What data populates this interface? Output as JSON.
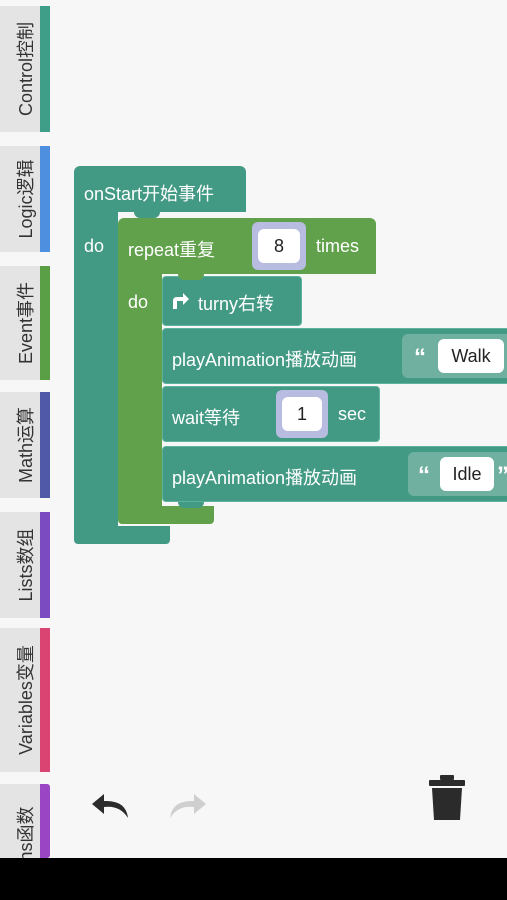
{
  "toolbox": {
    "categories": [
      {
        "label": "Control控制",
        "color": "#3e9e87"
      },
      {
        "label": "Logic逻辑",
        "color": "#4f8fe0"
      },
      {
        "label": "Event事件",
        "color": "#5a9f46"
      },
      {
        "label": "Math运算",
        "color": "#5058a8"
      },
      {
        "label": "Lists数组",
        "color": "#7a4bc1"
      },
      {
        "label": "Variables变量",
        "color": "#d94473"
      },
      {
        "label": "ns函数",
        "color": "#9a45c3"
      }
    ]
  },
  "blocks": {
    "on_start": {
      "label": "onStart开始事件",
      "do_label": "do",
      "color": "#439a84"
    },
    "repeat": {
      "label": "repeat重复",
      "count": "8",
      "times_label": "times",
      "do_label": "do",
      "color": "#62a14c"
    },
    "turn": {
      "label": "turny右转",
      "color": "#439a84"
    },
    "play_walk": {
      "label": "playAnimation播放动画",
      "quote": "“",
      "value": "Walk",
      "color": "#439a84"
    },
    "wait": {
      "label": "wait等待",
      "value": "1",
      "unit": "sec",
      "color": "#439a84"
    },
    "play_idle": {
      "label": "playAnimation播放动画",
      "quote": "“",
      "value": "Idle",
      "close_quote": "”",
      "color": "#439a84"
    }
  },
  "controls": {
    "undo_icon": "undo-icon",
    "redo_icon": "redo-icon",
    "trash_icon": "trash-icon"
  }
}
